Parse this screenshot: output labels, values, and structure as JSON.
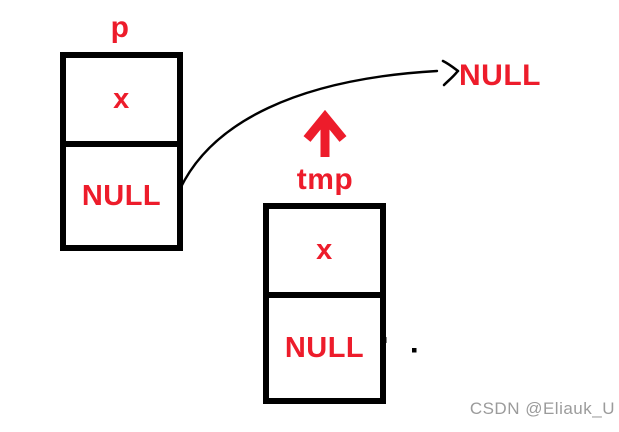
{
  "diagram": {
    "title_hint": "linked list nodes p and tmp",
    "node_p": {
      "label": "p",
      "data_value": "x",
      "next_value": "NULL"
    },
    "node_tmp": {
      "label": "tmp",
      "data_value": "x",
      "next_value": "NULL"
    },
    "null_target_label": "NULL",
    "watermark": "CSDN @Eliauk_U",
    "colors": {
      "accent_red": "#ed1c2b",
      "line_black": "#000000",
      "watermark_gray": "#9b9b9b"
    }
  }
}
